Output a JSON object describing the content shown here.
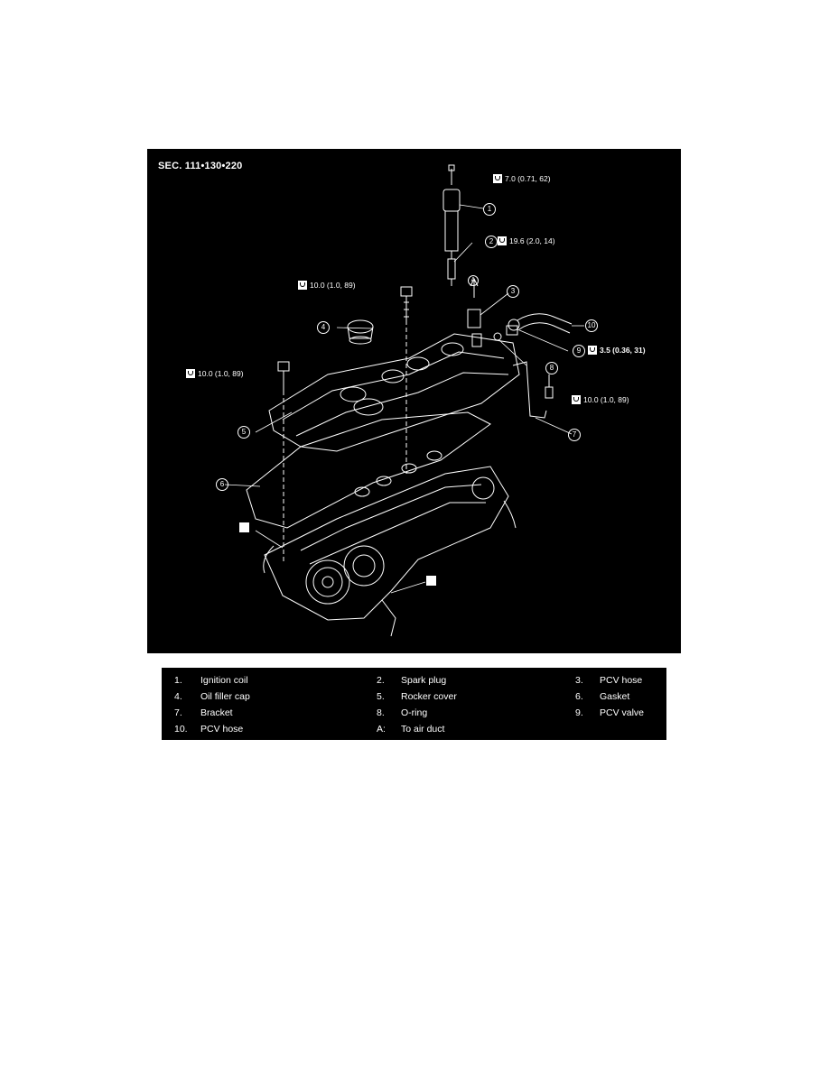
{
  "figure": {
    "section_label": "SEC. 111•130•220",
    "torques": {
      "coil_bolt": "7.0 (0.71, 62)",
      "spark_plug": "19.6 (2.0, 14)",
      "center_bolt": "10.0 (1.0, 89)",
      "left_bolt": "10.0 (1.0, 89)",
      "pcv_valve": "3.5 (0.36, 31)",
      "bracket_bolt": "10.0 (1.0, 89)"
    },
    "callouts": [
      "1",
      "2",
      "3",
      "4",
      "5",
      "6",
      "7",
      "8",
      "9",
      "10"
    ],
    "arrow_label": "A"
  },
  "legend": {
    "rows": [
      [
        {
          "n": "1.",
          "t": "Ignition coil"
        },
        {
          "n": "2.",
          "t": "Spark plug"
        },
        {
          "n": "3.",
          "t": "PCV hose"
        }
      ],
      [
        {
          "n": "4.",
          "t": "Oil filler cap"
        },
        {
          "n": "5.",
          "t": "Rocker cover"
        },
        {
          "n": "6.",
          "t": "Gasket"
        }
      ],
      [
        {
          "n": "7.",
          "t": "Bracket"
        },
        {
          "n": "8.",
          "t": "O-ring"
        },
        {
          "n": "9.",
          "t": "PCV valve"
        }
      ],
      [
        {
          "n": "10.",
          "t": "PCV hose"
        },
        {
          "n": "A:",
          "t": "To air duct"
        },
        {
          "n": "",
          "t": ""
        }
      ]
    ]
  }
}
